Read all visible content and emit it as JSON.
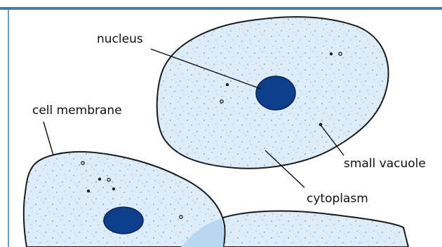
{
  "diagram": {
    "labels": {
      "nucleus": "nucleus",
      "cell_membrane": "cell membrane",
      "small_vacuole": "small vacuole",
      "cytoplasm": "cytoplasm"
    },
    "colors": {
      "cytoplasm_fill": "#dcecf8",
      "nucleus_fill": "#0e3f8c",
      "outline": "#1a1a1a",
      "frame": "#3f7fb0"
    }
  }
}
